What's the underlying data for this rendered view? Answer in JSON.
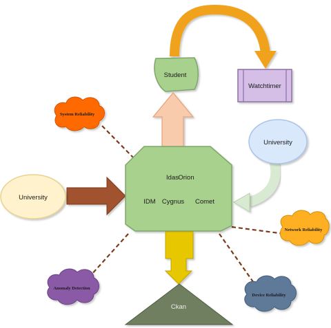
{
  "nodes": {
    "student": "Student",
    "watchtimer": "Watchtimer",
    "university_left": "University",
    "university_right": "University",
    "hub": {
      "line1_a": "Idas",
      "line1_b": "Orion",
      "line2_a": "IDM",
      "line2_b": "Cygnus",
      "line2_c": "Comet"
    },
    "ckan": "Ckan"
  },
  "clouds": {
    "system_reliability": "System Reliability",
    "network_reliability": "Network Reliability",
    "anomaly_detection": "Anomaly Detection",
    "device_reliability": "Device Reliability"
  },
  "colors": {
    "hub_fill": "#a9d18e",
    "student_fill": "#a9d18e",
    "watchtimer_fill": "#d5bfe6",
    "university_left_fill": "#fff2cc",
    "university_right_fill": "#dae8fc",
    "ckan_fill": "#6f7f5f",
    "orange_arrow": "#f0a21a",
    "peach_arrow": "#f8cbad",
    "brown_arrow": "#a0522d",
    "yellow_arrow": "#e6c700",
    "light_green_arrow": "#d9ead3",
    "cloud_system": "#ff6a00",
    "cloud_network": "#ffb020",
    "cloud_anomaly": "#8a5aa6",
    "cloud_device": "#5f7a99",
    "connector": "#7b3a1a"
  }
}
